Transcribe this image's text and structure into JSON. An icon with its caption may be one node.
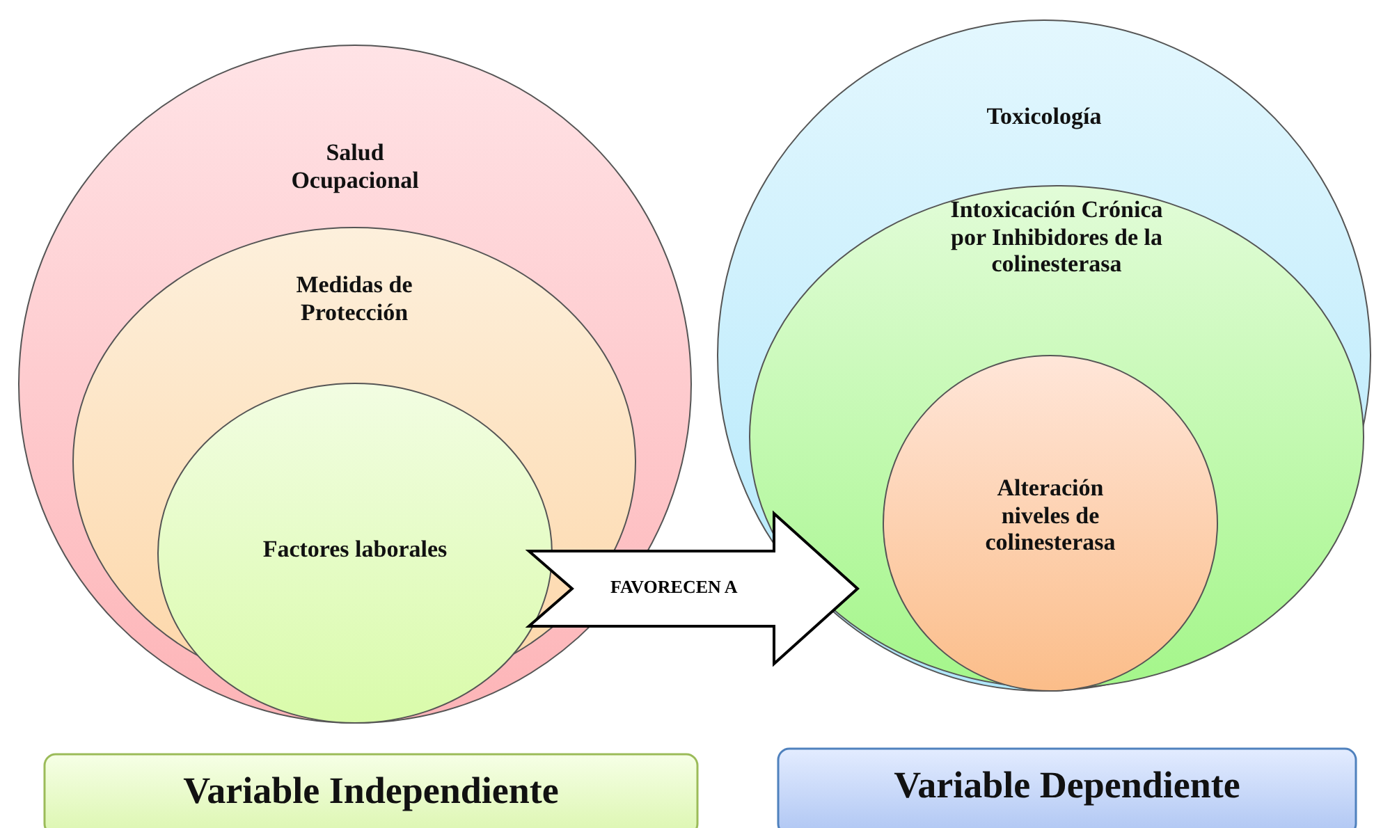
{
  "diagram": {
    "nodes": [
      {
        "text": [
          "Salud Ocupacional"
        ]
      },
      {
        "text": [
          "Medidas de Protección"
        ],
        "in": 0
      },
      {
        "text": [
          "Factores laborales"
        ],
        "in": 1
      },
      {
        "text": [
          "Toxicología"
        ]
      },
      {
        "text": [
          "Intoxicación Crónica por Inhibidores de la colinesterasa"
        ],
        "in": 3
      },
      {
        "text": [
          "Alteración niveles de colinesterasa"
        ],
        "in": 4
      },
      {
        "text": [
          "Variable Independiente"
        ]
      },
      {
        "text": [
          "Variable Dependiente"
        ]
      }
    ],
    "edges": [
      {
        "from": 2,
        "to": 5,
        "arrow": "to",
        "label": "FAVORECEN A"
      }
    ]
  }
}
